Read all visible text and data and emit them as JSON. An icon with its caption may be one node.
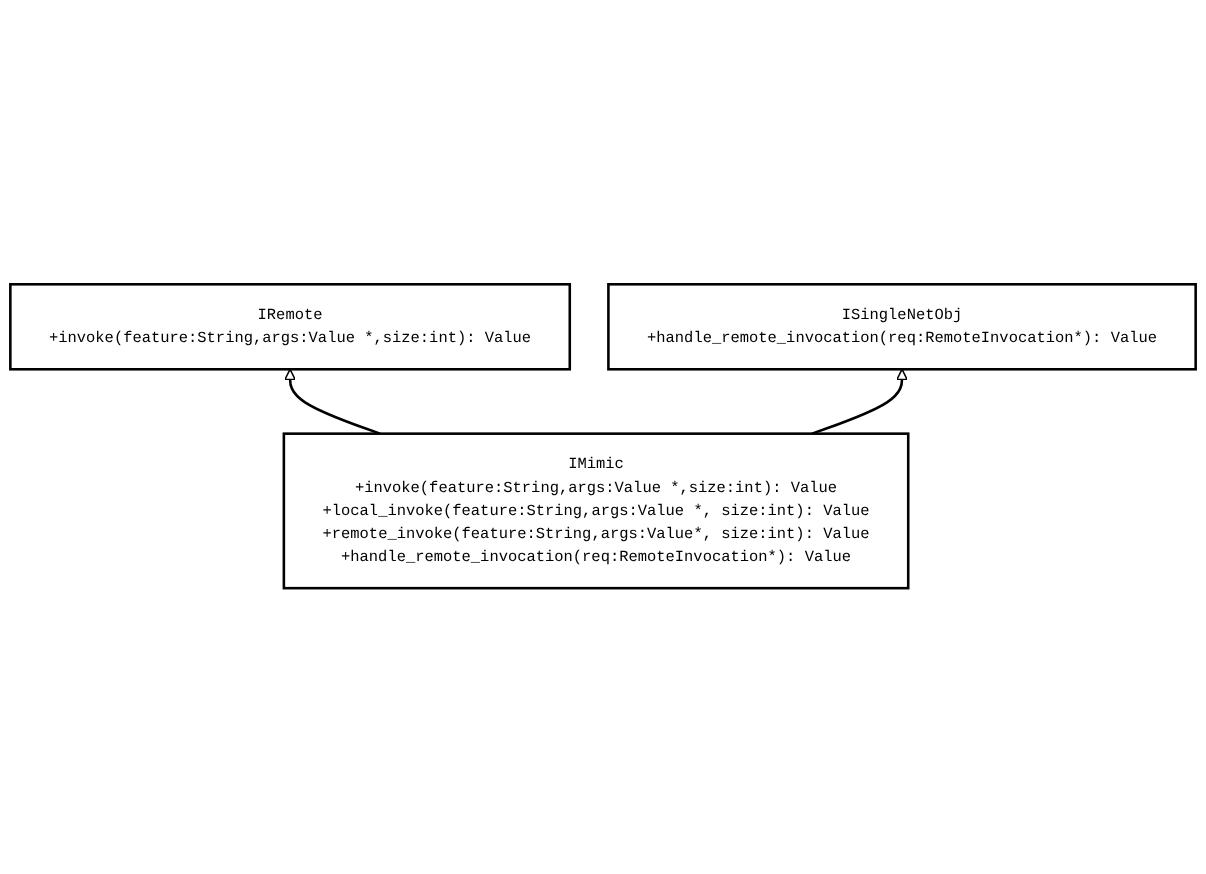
{
  "diagram": {
    "nodes": [
      {
        "text": [
          "ISingleNetObj",
          "+handle_remote_invocation(req:RemoteInvocation*): Value"
        ]
      },
      {
        "text": [
          "IRemote",
          "+invoke(feature:String,args:Value *,size:int): Value"
        ]
      },
      {
        "text": [
          "IMimic",
          "+invoke(feature:String,args:Value *,size:int): Value",
          "+local_invoke(feature:String,args:Value *, size:int): Value",
          "+remote_invoke(feature:String,args:Value*, size:int): Value",
          "+handle_remote_invocation(req:RemoteInvocation*): Value"
        ]
      }
    ],
    "edges": [
      {
        "from": 2,
        "to": 1,
        "arrow": "to"
      },
      {
        "from": 2,
        "to": 0,
        "arrow": "to"
      }
    ]
  }
}
